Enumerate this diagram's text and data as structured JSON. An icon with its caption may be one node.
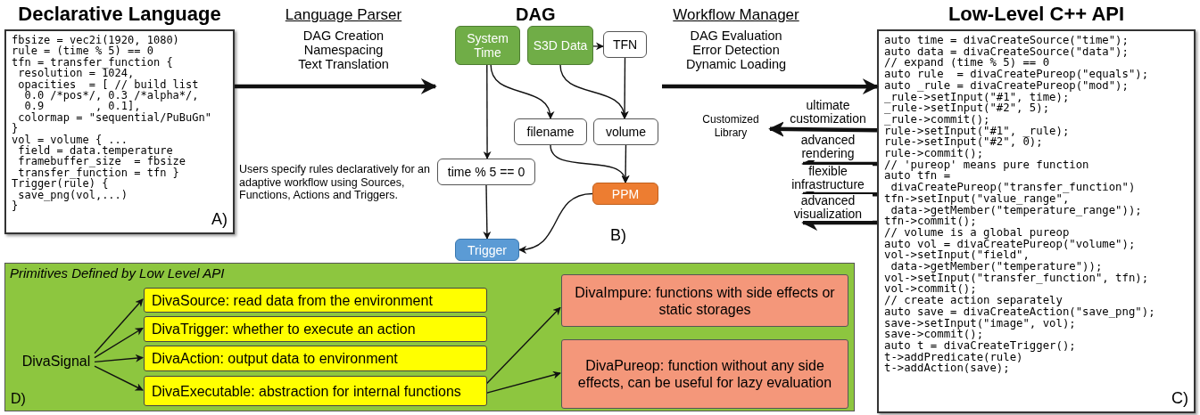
{
  "diagram": {
    "nodes": [
      {
        "text": [
          "Declarative Language",
          "fbsize = vec2i(1920, 1080)",
          "rule = (time % 5) == 0",
          "tfn = transfer_function {",
          " resolution = 1024,",
          " opacities  = [ // build list",
          "  0.0 /*pos*/, 0.3 /*alpha*/,",
          "  0.9        , 0.1],",
          " colormap = \"sequential/PuBuGn\"",
          "}",
          "vol = volume { ...",
          " field = data.temperature",
          " framebuffer_size  = fbsize",
          " transfer_function = tfn }",
          "Trigger(rule) {",
          " save_png(vol,...)",
          "}",
          "A)"
        ]
      },
      {
        "text": [
          "DAG",
          "B)"
        ]
      },
      {
        "text": [
          "System Time"
        ],
        "in": 1
      },
      {
        "text": [
          "S3D Data"
        ],
        "in": 1
      },
      {
        "text": [
          "TFN"
        ],
        "in": 1
      },
      {
        "text": [
          "filename"
        ],
        "in": 1
      },
      {
        "text": [
          "volume"
        ],
        "in": 1
      },
      {
        "text": [
          "time % 5 == 0"
        ],
        "in": 1
      },
      {
        "text": [
          "PPM"
        ],
        "in": 1
      },
      {
        "text": [
          "Trigger"
        ],
        "in": 1
      },
      {
        "text": [
          "Low-Level C++ API",
          "auto time = divaCreateSource(\"time\");",
          "auto data = divaCreateSource(\"data\");",
          "// expand (time % 5) == 0",
          "auto rule  = divaCreatePureop(\"equals\");",
          "auto _rule = divaCreatePureop(\"mod\");",
          "_rule->setInput(\"#1\", time);",
          "_rule->setInput(\"#2\", 5);",
          "_rule->commit();",
          "rule->setInput(\"#1\", _rule);",
          "rule->setInput(\"#2\", 0);",
          "rule->commit();",
          "// 'pureop' means pure function",
          "auto tfn =",
          " divaCreatePureop(\"transfer_function\")",
          "tfn->setInput(\"value_range\",",
          " data->getMember(\"temperature_range\"));",
          "tfn->commit();",
          "// volume is a global pureop",
          "auto vol = divaCreatePureop(\"volume\");",
          "vol->setInput(\"field\",",
          " data->getMember(\"temperature\"));",
          "vol->setInput(\"transfer_function\", tfn);",
          "vol->commit();",
          "// create action separately",
          "auto save = divaCreateAction(\"save_png\");",
          "save->setInput(\"image\", vol);",
          "save->commit();",
          "auto t = divaCreateTrigger();",
          "t->addPredicate(rule)",
          "t->addAction(save);",
          "C)"
        ]
      },
      {
        "text": [
          "Customized Library"
        ]
      },
      {
        "text": [
          "Primitives Defined by Low Level API",
          "D)"
        ]
      },
      {
        "text": [
          "DivaSignal"
        ],
        "in": 12
      },
      {
        "text": [
          "DivaSource: read data from the environment"
        ],
        "in": 12
      },
      {
        "text": [
          "DivaTrigger: whether to execute an action"
        ],
        "in": 12
      },
      {
        "text": [
          "DivaAction: output data to environment"
        ],
        "in": 12
      },
      {
        "text": [
          "DivaExecutable: abstraction for internal functions"
        ],
        "in": 12
      },
      {
        "text": [
          "DivaImpure: functions with side effects or static storages"
        ],
        "in": 12
      },
      {
        "text": [
          "DivaPureop: function without any side effects, can be useful for lazy evaluation"
        ],
        "in": 12
      }
    ],
    "edges": [
      {
        "from": 0,
        "to": 1,
        "arrow": "to",
        "label": "Language Parser",
        "style": "thick"
      },
      {
        "from": 1,
        "to": 10,
        "arrow": "to",
        "label": "Workflow Manager",
        "style": "thick"
      },
      {
        "from": 10,
        "to": 11,
        "arrow": "to",
        "label": "ultimate customization",
        "style": "thick"
      },
      {
        "from": 10,
        "to": null,
        "arrow": "to",
        "label": "advanced rendering",
        "style": "thick"
      },
      {
        "from": 10,
        "to": null,
        "arrow": "to",
        "label": "flexible infrastructure",
        "style": "thick"
      },
      {
        "from": 10,
        "to": null,
        "arrow": "to",
        "label": "advanced visualization",
        "style": "thick"
      },
      {
        "from": 2,
        "to": 7,
        "arrow": "to"
      },
      {
        "from": 2,
        "to": 5,
        "arrow": "to"
      },
      {
        "from": 3,
        "to": 4,
        "arrow": "to"
      },
      {
        "from": 3,
        "to": 6,
        "arrow": "to"
      },
      {
        "from": 4,
        "to": 6,
        "arrow": "to"
      },
      {
        "from": 5,
        "to": 8,
        "arrow": "to"
      },
      {
        "from": 6,
        "to": 8,
        "arrow": "to"
      },
      {
        "from": 7,
        "to": 9,
        "arrow": "to"
      },
      {
        "from": 8,
        "to": 9,
        "arrow": "to"
      },
      {
        "from": 13,
        "to": 14,
        "arrow": "to"
      },
      {
        "from": 13,
        "to": 15,
        "arrow": "to"
      },
      {
        "from": 13,
        "to": 16,
        "arrow": "to"
      },
      {
        "from": 13,
        "to": 17,
        "arrow": "to"
      },
      {
        "from": 17,
        "to": 18,
        "arrow": "to"
      },
      {
        "from": 17,
        "to": 19,
        "arrow": "to"
      }
    ],
    "labels": [
      "DAG Creation",
      "Namespacing",
      "Text Translation",
      "DAG Evaluation",
      "Error Detection",
      "Dynamic Loading",
      "Users specify rules declaratively for an adaptive workflow using Sources, Functions, Actions and Triggers."
    ]
  }
}
